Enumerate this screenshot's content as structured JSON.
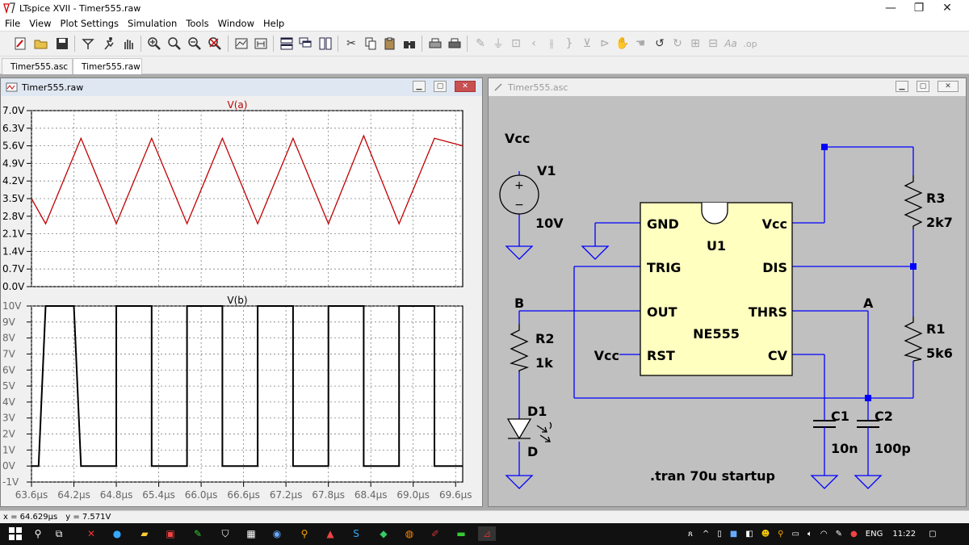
{
  "window": {
    "title": "LTspice XVII - Timer555.raw",
    "minimize": "—",
    "maximize": "❐",
    "close": "✕"
  },
  "menu": [
    "File",
    "View",
    "Plot Settings",
    "Simulation",
    "Tools",
    "Window",
    "Help"
  ],
  "menu_accel": [
    "F",
    "V",
    "P",
    "S",
    "T",
    "W",
    "H"
  ],
  "tabs": [
    {
      "label": "Timer555.asc",
      "active": false
    },
    {
      "label": "Timer555.raw",
      "active": true
    }
  ],
  "waveform_window": {
    "title": "Timer555.raw",
    "pane_a": {
      "trace_label": "V(a)",
      "trace_color": "#c00000",
      "y_ticks": [
        "7.0V",
        "6.3V",
        "5.6V",
        "4.9V",
        "4.2V",
        "3.5V",
        "2.8V",
        "2.1V",
        "1.4V",
        "0.7V",
        "0.0V"
      ]
    },
    "pane_b": {
      "trace_label": "V(b)",
      "trace_color": "#000000",
      "y_ticks": [
        "10V",
        "9V",
        "8V",
        "7V",
        "6V",
        "5V",
        "4V",
        "3V",
        "2V",
        "1V",
        "0V",
        "-1V"
      ]
    },
    "x_ticks": [
      "63.6µs",
      "64.2µs",
      "64.8µs",
      "65.4µs",
      "66.0µs",
      "66.6µs",
      "67.2µs",
      "67.8µs",
      "68.4µs",
      "69.0µs",
      "69.6µs"
    ]
  },
  "chart_data": [
    {
      "type": "line",
      "series": [
        {
          "name": "V(a)",
          "x": [
            63.6,
            63.8,
            64.3,
            64.8,
            65.3,
            65.8,
            66.3,
            66.8,
            67.3,
            67.8,
            68.3,
            68.8,
            69.3,
            69.7
          ],
          "y": [
            3.5,
            2.5,
            5.9,
            2.5,
            5.9,
            2.5,
            5.9,
            2.5,
            5.9,
            2.5,
            6.0,
            2.5,
            5.9,
            5.6
          ]
        }
      ],
      "xlim": [
        63.6,
        69.7
      ],
      "ylim": [
        0.0,
        7.0
      ],
      "grid": true
    },
    {
      "type": "line",
      "series": [
        {
          "name": "V(b)",
          "x": [
            63.6,
            63.7,
            63.8,
            64.2,
            64.3,
            64.3,
            64.8,
            64.8,
            65.3,
            65.3,
            65.8,
            65.8,
            66.3,
            66.3,
            66.8,
            66.8,
            67.3,
            67.3,
            67.8,
            67.8,
            68.3,
            68.3,
            68.8,
            68.8,
            69.3,
            69.3,
            69.7
          ],
          "y": [
            0,
            0,
            10,
            10,
            0,
            0,
            0,
            10,
            10,
            0,
            0,
            10,
            10,
            0,
            0,
            10,
            10,
            0,
            0,
            10,
            10,
            0,
            0,
            10,
            10,
            0,
            0
          ]
        }
      ],
      "xlim": [
        63.6,
        69.7
      ],
      "ylim": [
        -1,
        10
      ],
      "grid": true
    }
  ],
  "schematic_window": {
    "title": "Timer555.asc",
    "labels": {
      "vcc_top": "Vcc",
      "v1": "V1",
      "v1_value": "10V",
      "u1": "U1",
      "ne555": "NE555",
      "gnd": "GND",
      "trig": "TRIG",
      "out": "OUT",
      "rst": "RST",
      "vcc_pin": "Vcc",
      "dis": "DIS",
      "thrs": "THRS",
      "cv": "CV",
      "r3": "R3",
      "r3_value": "2k7",
      "r1": "R1",
      "r1_value": "5k6",
      "r2": "R2",
      "r2_value": "1k",
      "d1": "D1",
      "d1_value": "D",
      "c1": "C1",
      "c1_value": "10n",
      "c2": "C2",
      "c2_value": "100p",
      "node_a": "A",
      "node_b": "B",
      "vcc_rst": "Vcc",
      "directive": ".tran 70u startup"
    },
    "wire_color": "#0000ff",
    "background": "#c0c0c0",
    "ic_fill": "#ffffc0"
  },
  "status": {
    "x": "x = 64.629µs",
    "y": "y = 7.571V"
  },
  "tray": {
    "lang": "ENG",
    "time": "11:22"
  }
}
